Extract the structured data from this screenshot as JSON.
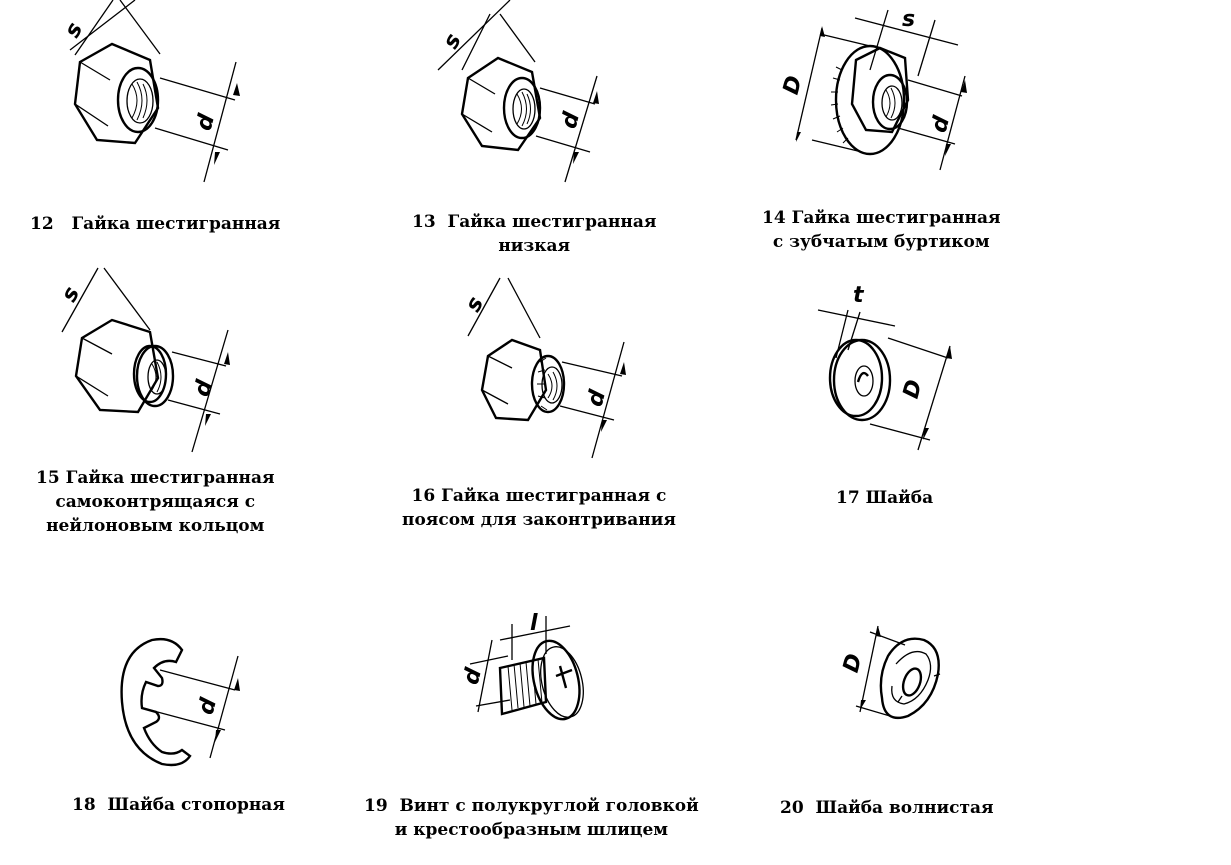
{
  "items": [
    {
      "number": "12",
      "lines": [
        "Гайка шестигранная"
      ],
      "dims": [
        "s",
        "d"
      ],
      "icon": "hex-nut-icon"
    },
    {
      "number": "13",
      "lines": [
        "Гайка шестигранная",
        "низкая"
      ],
      "dims": [
        "s",
        "d"
      ],
      "icon": "low-hex-nut-icon"
    },
    {
      "number": "14",
      "lines": [
        "Гайка шестигранная",
        "с зубчатым буртиком"
      ],
      "dims": [
        "D",
        "s",
        "d"
      ],
      "icon": "flange-nut-icon"
    },
    {
      "number": "15",
      "lines": [
        "Гайка шестигранная",
        "самоконтрящаяся с",
        "нейлоновым кольцом"
      ],
      "dims": [
        "s",
        "d"
      ],
      "icon": "nylon-lock-nut-icon"
    },
    {
      "number": "16",
      "lines": [
        "Гайка шестигранная с",
        "поясом для законтривания"
      ],
      "dims": [
        "s",
        "d"
      ],
      "icon": "collar-lock-nut-icon"
    },
    {
      "number": "17",
      "lines": [
        "Шайба"
      ],
      "dims": [
        "t",
        "D"
      ],
      "icon": "washer-icon"
    },
    {
      "number": "18",
      "lines": [
        "Шайба стопорная"
      ],
      "dims": [
        "d"
      ],
      "icon": "retaining-washer-icon"
    },
    {
      "number": "19",
      "lines": [
        "Винт с полукруглой головкой",
        "и крестообразным шлицем"
      ],
      "dims": [
        "d",
        "l"
      ],
      "icon": "phillips-screw-icon"
    },
    {
      "number": "20",
      "lines": [
        "Шайба волнистая"
      ],
      "dims": [
        "D"
      ],
      "icon": "wave-washer-icon"
    }
  ]
}
